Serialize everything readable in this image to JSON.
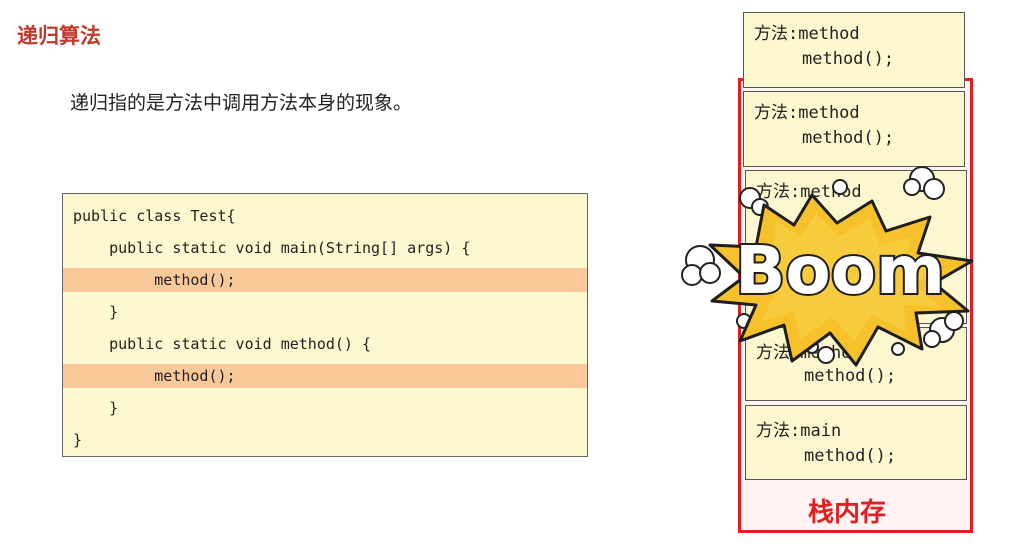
{
  "title": "递归算法",
  "description": "递归指的是方法中调用方法本身的现象。",
  "code": {
    "lines": [
      "public class Test{",
      "    public static void main(String[] args) {",
      "         method();",
      "    }",
      "    public static void method() {",
      "         method();",
      "    }",
      "}"
    ],
    "highlighted_lines": [
      2,
      5
    ],
    "highlight_color": "#f9c99a",
    "background_color": "#fdf7cf"
  },
  "stack": {
    "label": "栈内存",
    "border_color": "#e02020",
    "frames": [
      {
        "name": "方法:method",
        "call": "method();"
      },
      {
        "name": "方法:method",
        "call": "method();"
      },
      {
        "name": "方法:method",
        "call": ""
      },
      {
        "name": "方法:method",
        "call": "method();"
      },
      {
        "name": "方法:main",
        "call": "method();"
      }
    ]
  },
  "boom": {
    "text": "Boom",
    "fill_color": "#f6c12a"
  }
}
